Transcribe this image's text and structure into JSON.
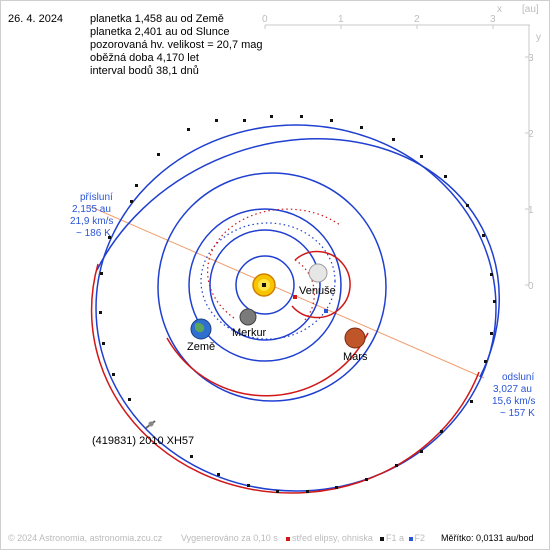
{
  "date": "26. 4. 2024",
  "info": {
    "line1": "planetka 1,458 au od Země",
    "line2": "planetka 2,401 au od Slunce",
    "line3": "pozorovaná hv. velikost = 20,7 mag",
    "line4": "oběžná doba 4,170 let",
    "line5": "interval bodů 38,1 dnů"
  },
  "axes": {
    "unit": "[au]",
    "x_label": "x",
    "y_label": "y",
    "x_ticks": [
      "0",
      "1",
      "2",
      "3"
    ],
    "y_ticks": [
      "3",
      "2",
      "1",
      "0"
    ]
  },
  "perihelion": {
    "title": "přísluní",
    "dist": "2,155 au",
    "speed": "21,9 km/s",
    "time": "~ 186 K"
  },
  "aphelion": {
    "title": "odsluní",
    "dist": "3,027 au",
    "speed": "15,6 km/s",
    "time": "~ 157 K"
  },
  "bodies": {
    "venus": "Venuše",
    "mercury": "Merkur",
    "earth": "Země",
    "mars": "Mars",
    "asteroid": "(419831) 2010 XH57"
  },
  "footer": {
    "copyright": "© 2024 Astronomia, astronomia.zcu.cz",
    "generated": "Vygenerováno za 0,10 s",
    "center_legend": "střed elipsy, ohniska",
    "f1_legend": "F1 a",
    "f2_legend": "F2",
    "scale": "Měřítko: 0,0131 au/bod"
  },
  "colors": {
    "orbit_blue": "#1f3fd0",
    "orbit_red": "#d01818",
    "axis_gray": "#c8c8c8",
    "apsis_line": "#f0a070",
    "label_blue": "#2a55d8"
  }
}
